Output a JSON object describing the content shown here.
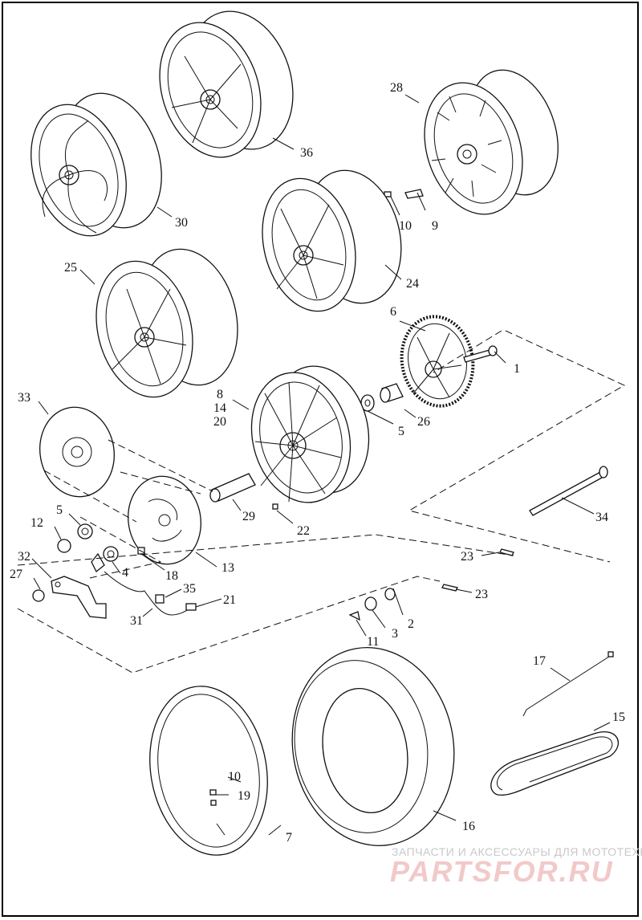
{
  "labels": {
    "l1": "1",
    "l2": "2",
    "l3": "3",
    "l4": "4",
    "l5a": "5",
    "l5b": "5",
    "l6": "6",
    "l7": "7",
    "l8": "8",
    "l9": "9",
    "l10a": "10",
    "l10b": "10",
    "l11": "11",
    "l12": "12",
    "l13": "13",
    "l14": "14",
    "l15": "15",
    "l16": "16",
    "l17": "17",
    "l18": "18",
    "l19": "19",
    "l20": "20",
    "l21": "21",
    "l22": "22",
    "l23a": "23",
    "l23b": "23",
    "l24": "24",
    "l25": "25",
    "l26": "26",
    "l27": "27",
    "l28": "28",
    "l29": "29",
    "l30": "30",
    "l31": "31",
    "l32": "32",
    "l33": "33",
    "l34": "34",
    "l35": "35",
    "l36": "36"
  },
  "watermark": {
    "caption": "ЗАПЧАСТИ И АКСЕССУАРЫ ДЛЯ МОТОТЕХНИКИ",
    "logo": "PARTSFOR.RU"
  }
}
